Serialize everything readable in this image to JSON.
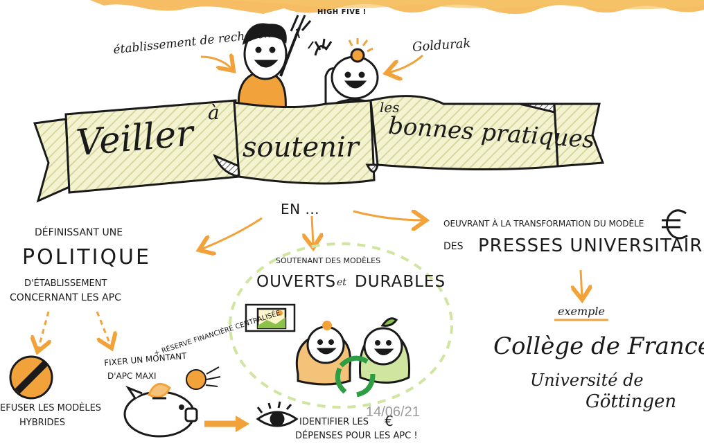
{
  "banner": {
    "word1": "Veiller",
    "accent": "à",
    "word2": "soutenir",
    "small": "les",
    "word3": "bonnes pratiques"
  },
  "labels": {
    "etablissement": "établissement de recherche",
    "high_five": "HIGH FIVE !",
    "goldurak": "Goldurak",
    "en": "EN ...",
    "definissant": "DÉFINISSANT UNE",
    "politique": "POLITIQUE",
    "etablissement_apc_1": "D'ÉTABLISSEMENT",
    "etablissement_apc_2": "CONCERNANT LES APC",
    "soutenant": "SOUTENANT DES MODÈLES",
    "ouverts": "OUVERTS",
    "et": "et",
    "durables": "DURABLES",
    "oeuvrant": "OEUVRANT À LA TRANSFORMATION DU MODÈLE",
    "des": "DES",
    "presses": "PRESSES UNIVERSITAIRES",
    "exemple": "exemple",
    "college": "Collège de France",
    "universite": "Université de",
    "gottingen": "Göttingen",
    "refuser_1": "EFUSER LES MODÈLES",
    "refuser_2": "HYBRIDES",
    "fixer_1": "FIXER UN MONTANT",
    "fixer_2": "D'APC MAXI",
    "reserve": "+ RÉSERVE FINANCIÈRE CENTRALISÉE",
    "identifier_1": "IDENTIFIER LES",
    "identifier_2": "DÉPENSES POUR LES APC !",
    "euro": "€",
    "date": "14/06/21"
  },
  "colors": {
    "orange": "#f2a23a",
    "orange_dark": "#e8821e",
    "ink": "#1a1a1a",
    "banner_fill": "#f4f3d0",
    "banner_hatch": "#d8d6a0",
    "green": "#4caf50",
    "green_light": "#cfe5a0",
    "date_gray": "#9a9a9a"
  }
}
